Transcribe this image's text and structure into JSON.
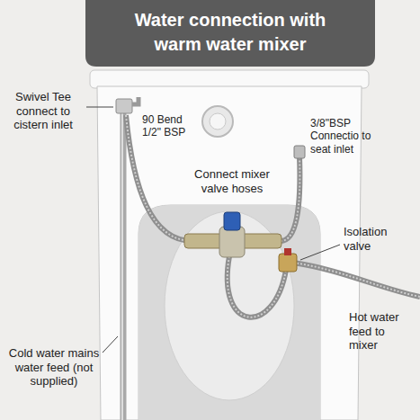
{
  "diagram": {
    "title": "Water connection with warm water mixer",
    "labels": [
      "Swivel Tee connect to cistern inlet",
      "90 Bend 1/2\" BSP",
      "3/8\"BSP Connectio to seat inlet",
      "Connect mixer valve hoses",
      "Isolation valve",
      "Hot water feed to mixer",
      "Cold water mains water feed (not supplied)"
    ]
  }
}
